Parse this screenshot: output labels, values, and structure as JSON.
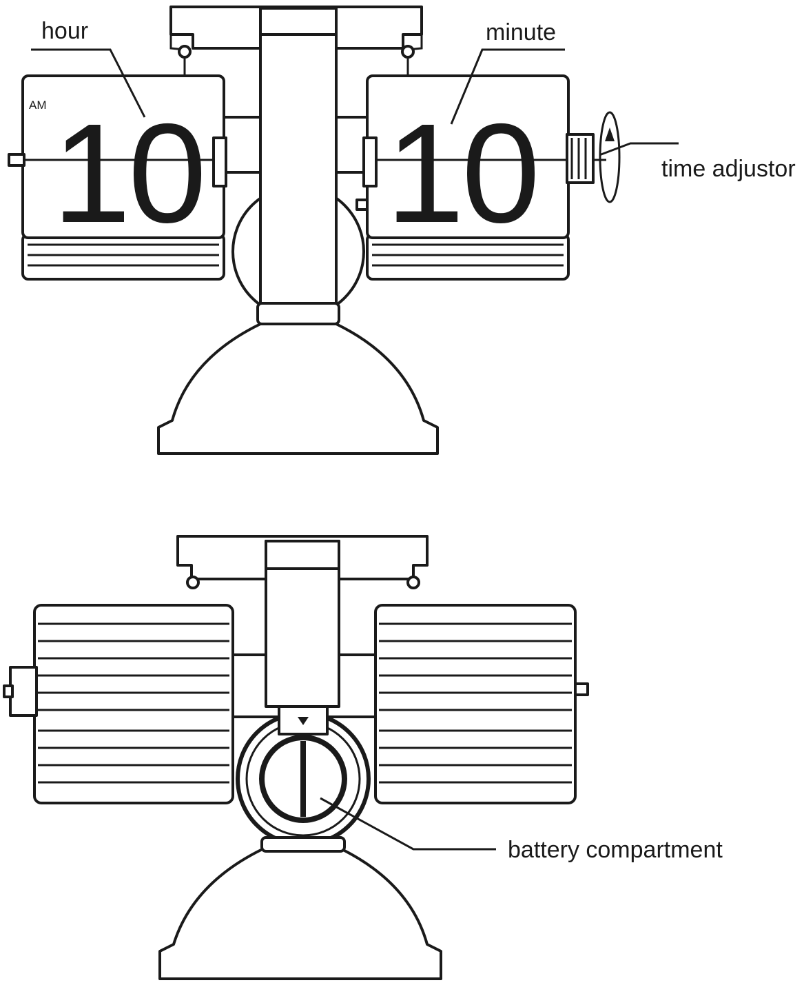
{
  "labels": {
    "hour": "hour",
    "minute": "minute",
    "time_adjustor": "time adjustor",
    "battery_compartment": "battery compartment"
  },
  "display": {
    "period": "AM",
    "hour_digits": "10",
    "minute_digits": "10"
  }
}
